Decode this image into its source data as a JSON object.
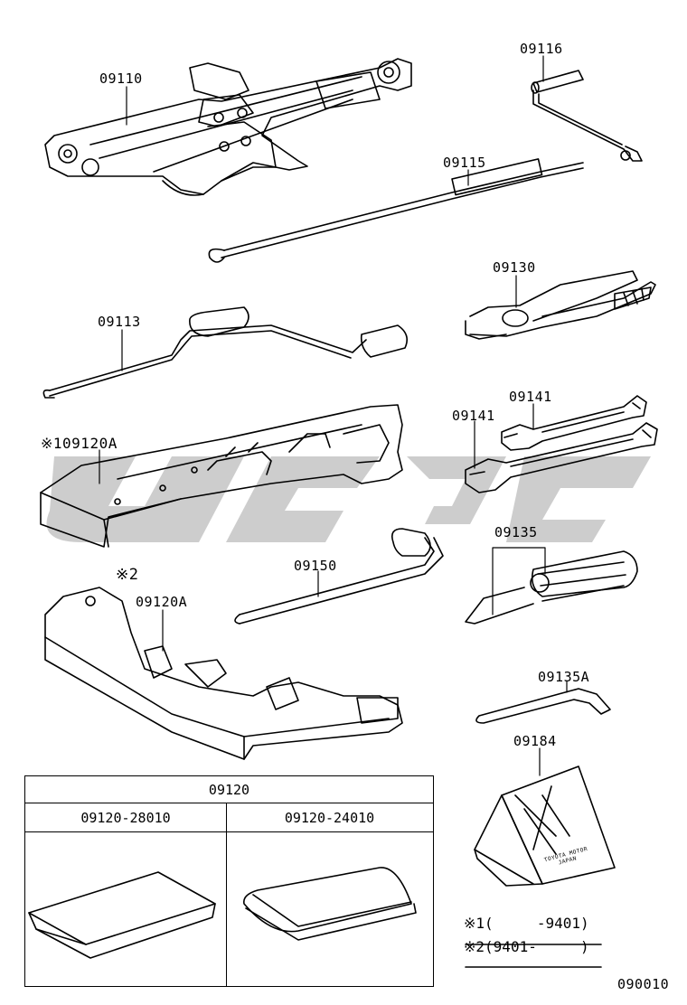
{
  "parts": {
    "p09110": "09110",
    "p09116": "09116",
    "p09115": "09115",
    "p09130": "09130",
    "p09113": "09113",
    "p09141a": "09141",
    "p09141b": "09141",
    "p09120A_1": "※109120A",
    "p09135": "09135",
    "mark2": "※2",
    "p09120A_2": "09120A",
    "p09150": "09150",
    "p09135A": "09135A",
    "p09184": "09184"
  },
  "table": {
    "header": "09120",
    "col1": "09120-28010",
    "col2": "09120-24010"
  },
  "notes": {
    "n1": "※1(     -9401)",
    "n2": "※2(9401-     )"
  },
  "figure_id": "090010",
  "stamp_text": "TOYOTA MOTOR JAPAN"
}
